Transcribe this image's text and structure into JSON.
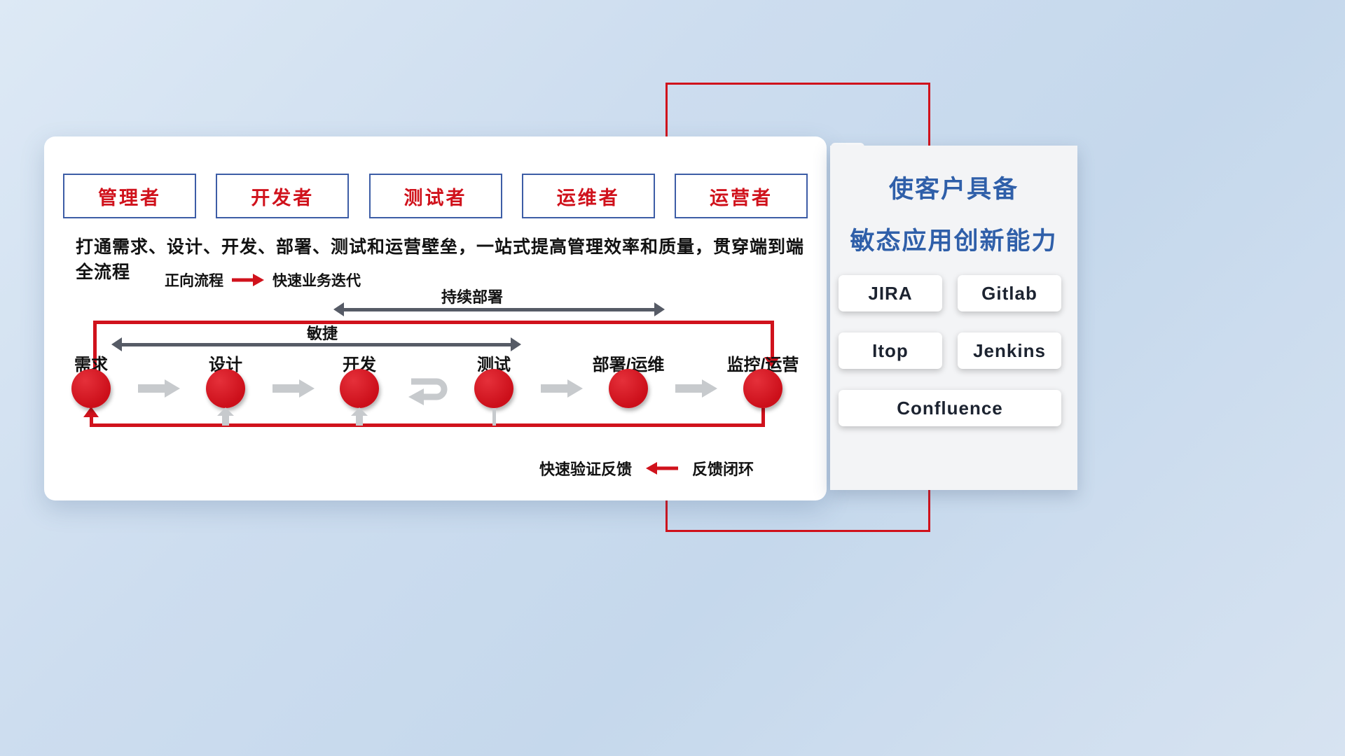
{
  "card": {
    "roles": [
      {
        "label": "管理者"
      },
      {
        "label": "开发者"
      },
      {
        "label": "测试者"
      },
      {
        "label": "运维者"
      },
      {
        "label": "运营者"
      }
    ],
    "description": "打通需求、设计、开发、部署、测试和运营壁垒，一站式提高管理效率和质量，贯穿端到端全流程",
    "forward_legend": {
      "label": "正向流程",
      "value": "快速业务迭代"
    },
    "continuous_deploy_label": "持续部署",
    "agile_label": "敏捷",
    "stages": [
      {
        "label": "需求"
      },
      {
        "label": "设计"
      },
      {
        "label": "开发"
      },
      {
        "label": "测试"
      },
      {
        "label": "部署/运维"
      },
      {
        "label": "监控/运营"
      }
    ],
    "feedback_legend": {
      "label": "快速验证反馈",
      "value": "反馈闭环"
    }
  },
  "panel": {
    "title_line1": "使客户具备",
    "title_line2": "敏态应用创新能力",
    "tools": [
      "JIRA",
      "Gitlab",
      "Itop",
      "Jenkins",
      "Confluence"
    ]
  },
  "colors": {
    "red": "#d0121c",
    "navy_border": "#3d5da6",
    "title_blue": "#2f5fa9",
    "gray_arrow": "#c7cacd",
    "dark_arrow": "#565b66"
  }
}
